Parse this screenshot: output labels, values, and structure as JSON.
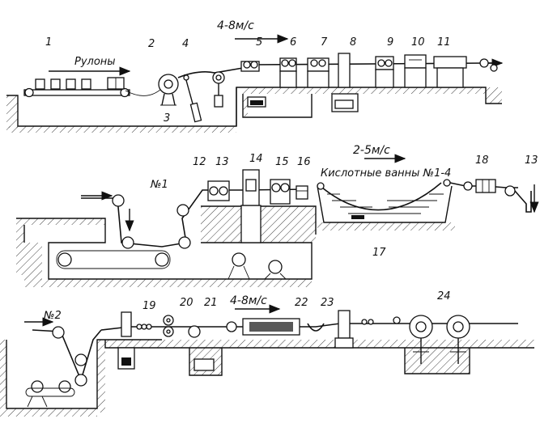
{
  "labels": {
    "n1": "1",
    "n2": "2",
    "n3": "3",
    "n4": "4",
    "n5": "5",
    "n6": "6",
    "n7": "7",
    "n8": "8",
    "n9": "9",
    "n10": "10",
    "n11": "11",
    "n12": "12",
    "n13": "13",
    "n14": "14",
    "n15": "15",
    "n16": "16",
    "n17": "17",
    "n18": "18",
    "n19": "19",
    "n20": "20",
    "n21": "21",
    "n22": "22",
    "n23": "23",
    "n24": "24",
    "n13b": "13"
  },
  "texts": {
    "rolls": "Рулоны",
    "speed_top": "4-8м/с",
    "speed_mid": "2-5м/с",
    "speed_bottom": "4-8м/с",
    "baths": "Кислотные ванны №1-4",
    "loop1": "№1",
    "loop2": "№2"
  }
}
